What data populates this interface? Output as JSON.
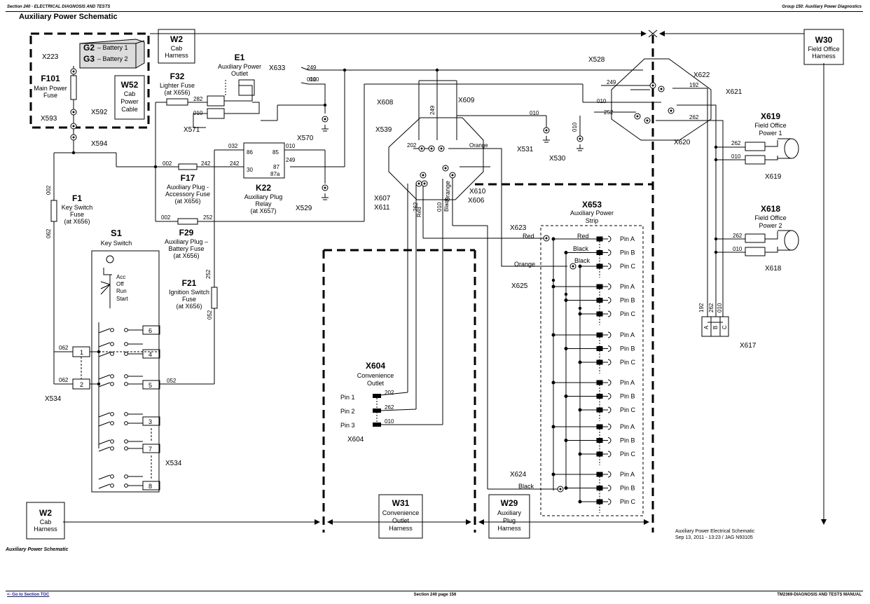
{
  "header": {
    "left": "Section 240 - ELECTRICAL DIAGNOSIS AND TESTS",
    "right": "Group 150: Auxiliary Power Diagnostics"
  },
  "title": "Auxiliary Power Schematic",
  "caption": "Auxiliary Power Schematic",
  "footer": {
    "left_link": "<- Go to Section TOC",
    "center": "Section 240 page 156",
    "right": "TM2369-DIAGNOSIS AND TESTS MANUAL"
  },
  "figure_note": {
    "line1": "Auxiliary Power Electrical Schematic",
    "line2": "Sep 13, 2011  -  13:23 / JAG  N93105"
  },
  "harnesses": {
    "w2_top": [
      "W2",
      "Cab",
      "Harness"
    ],
    "w2_bottom": [
      "W2",
      "Cab",
      "Harness"
    ],
    "w30": [
      "W30",
      "Field Office",
      "Harness"
    ],
    "w31": [
      "W31",
      "Convenience",
      "Outlet",
      "Harness"
    ],
    "w29": [
      "W29",
      "Auxiliary",
      "Plug",
      "Harness"
    ],
    "w52": [
      "W52",
      "Cab",
      "Power",
      "Cable"
    ]
  },
  "components": {
    "g2": "G2",
    "g2_label": "– Battery 1",
    "g3": "G3",
    "g3_label": "– Battery 2",
    "f101": "F101",
    "f101_desc": [
      "Main Power",
      "Fuse"
    ],
    "e1": "E1",
    "e1_desc": [
      "Auxiliary Power",
      "Outlet"
    ],
    "f32": "F32",
    "f32_desc": [
      "Lighter Fuse",
      "(at X656)"
    ],
    "f17": "F17",
    "f17_desc": [
      "Auxiliary Plug -",
      "Accessory Fuse",
      "(at X656)"
    ],
    "k22": "K22",
    "k22_desc": [
      "Auxiliary Plug",
      "Relay",
      "(at X657)"
    ],
    "f29": "F29",
    "f29_desc": [
      "Auxiliary Plug –",
      "Battery Fuse",
      "(at X656)"
    ],
    "f1": "F1",
    "f1_desc": [
      "Key Switch",
      "Fuse",
      "(at X656)"
    ],
    "f21": "F21",
    "f21_desc": [
      "Ignition Switch",
      "Fuse",
      "(at X656)"
    ],
    "s1": "S1",
    "s1_desc": "Key Switch",
    "x653": "X653",
    "x653_desc": [
      "Auxiliary Power",
      "Strip"
    ],
    "x604": "X604",
    "x604_desc": [
      "Convenience",
      "Outlet"
    ],
    "x619": "X619",
    "x619_desc": [
      "Field Office",
      "Power 1"
    ],
    "x618": "X618",
    "x618_desc": [
      "Field Office",
      "Power 2"
    ]
  },
  "key_positions": [
    "Acc",
    "Off",
    "Run",
    "Start"
  ],
  "relay_pins": [
    "86",
    "85",
    "30",
    "87",
    "87a"
  ],
  "switch_terminals": [
    "6",
    "4",
    "5",
    "3",
    "7",
    "8",
    "1",
    "2"
  ],
  "abc": [
    "A",
    "B",
    "C"
  ],
  "connectors": [
    "X223",
    "X593",
    "X592",
    "X594",
    "X633",
    "X571",
    "X570",
    "X529",
    "X534",
    "X534",
    "X608",
    "X609",
    "X539",
    "X607",
    "X611",
    "X610",
    "X606",
    "X531",
    "X530",
    "X528",
    "X622",
    "X621",
    "X620",
    "X619",
    "X618",
    "X617",
    "X623",
    "X625",
    "X624",
    "X604"
  ],
  "strip_pins": [
    "Pin A",
    "Pin B",
    "Pin C"
  ],
  "outlet_pins": [
    "Pin 1",
    "Pin 2",
    "Pin 3"
  ],
  "wire_colors": [
    "Red",
    "Black",
    "Orange",
    "Red",
    "Black",
    "Orange",
    "Black"
  ],
  "wires": [
    "249",
    "010",
    "282",
    "010",
    "032",
    "010",
    "249",
    "002",
    "242",
    "242",
    "002",
    "252",
    "002",
    "062",
    "062",
    "062",
    "052",
    "052",
    "252",
    "249",
    "010",
    "202",
    "Orange",
    "262",
    "Red",
    "010",
    "Black",
    "010",
    "010",
    "249",
    "192",
    "010",
    "252",
    "262",
    "262",
    "010",
    "262",
    "010",
    "192",
    "262",
    "010",
    "202",
    "262",
    "010"
  ]
}
